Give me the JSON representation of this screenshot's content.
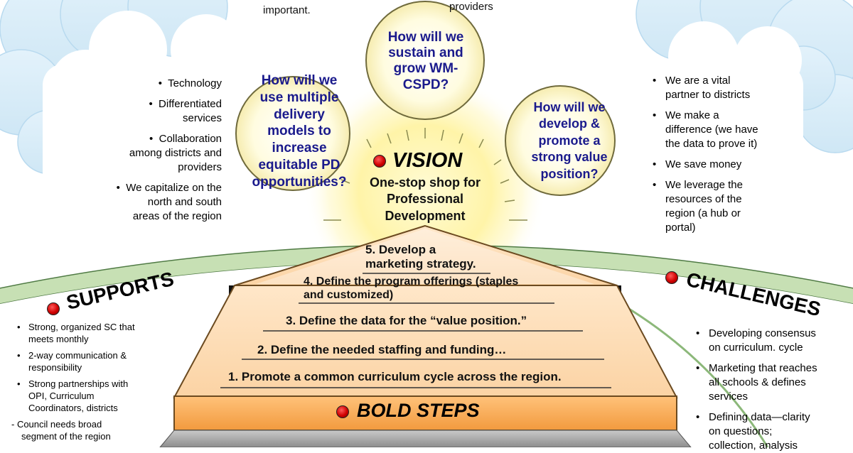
{
  "top_fragments": {
    "left": "important.",
    "right": "providers"
  },
  "vision": {
    "title": "VISION",
    "subtitle_lines": [
      "One-stop shop for",
      "Professional",
      "Development"
    ]
  },
  "questions": [
    {
      "lines": [
        "How will we",
        "use multiple",
        "delivery",
        "models to",
        "increase",
        "equitable PD",
        "opportunities?"
      ]
    },
    {
      "lines": [
        "How will we",
        "sustain and",
        "grow WM-",
        "CSPD?"
      ]
    },
    {
      "lines": [
        "How will we",
        "develop &",
        "promote a",
        "strong value",
        "position?"
      ]
    }
  ],
  "cloud_left_list": [
    [
      "Technology"
    ],
    [
      "Differentiated",
      "services"
    ],
    [
      "Collaboration",
      "among districts and",
      "providers"
    ],
    [
      "We capitalize on the",
      "north and south",
      "areas of the region"
    ]
  ],
  "cloud_right_list": [
    [
      "We are a vital",
      "partner to districts"
    ],
    [
      "We make a",
      "difference (we have",
      "the data to prove it)"
    ],
    [
      "We save money"
    ],
    [
      "We leverage the",
      "resources of the",
      "region (a hub or",
      "portal)"
    ]
  ],
  "supports": {
    "title": "SUPPORTS",
    "items": [
      [
        "Strong, organized SC that",
        "meets monthly"
      ],
      [
        "2-way communication &",
        "responsibility"
      ],
      [
        "Strong partnerships with",
        "OPI, Curriculum",
        "Coordinators, districts"
      ]
    ],
    "note_lines": [
      "- Council needs broad",
      "segment of the region"
    ]
  },
  "challenges": {
    "title": "CHALLENGES",
    "items": [
      [
        "Developing consensus",
        "on curriculum. cycle"
      ],
      [
        "Marketing that reaches",
        "all schools & defines",
        "services"
      ],
      [
        "Defining data—clarity",
        "on questions;",
        "collection, analysis"
      ]
    ]
  },
  "steps": {
    "step5": [
      "5. Develop a",
      "marketing strategy."
    ],
    "step4": [
      "4. Define the program offerings (staples",
      "and customized)"
    ],
    "step3": "3. Define the data for the “value position.”",
    "step2": "2. Define the needed staffing and funding…",
    "step1": "1.  Promote a common curriculum cycle across the region."
  },
  "bold_steps": {
    "title": "BOLD STEPS"
  },
  "colors": {
    "question_text": "#1a1a8c",
    "red_dot": "#d00000",
    "house_orange": "#f5a24a",
    "sun_yellow": "#fff3a0",
    "hill_green": "#bcd9a8",
    "sky_blue": "#d6ecf8"
  }
}
